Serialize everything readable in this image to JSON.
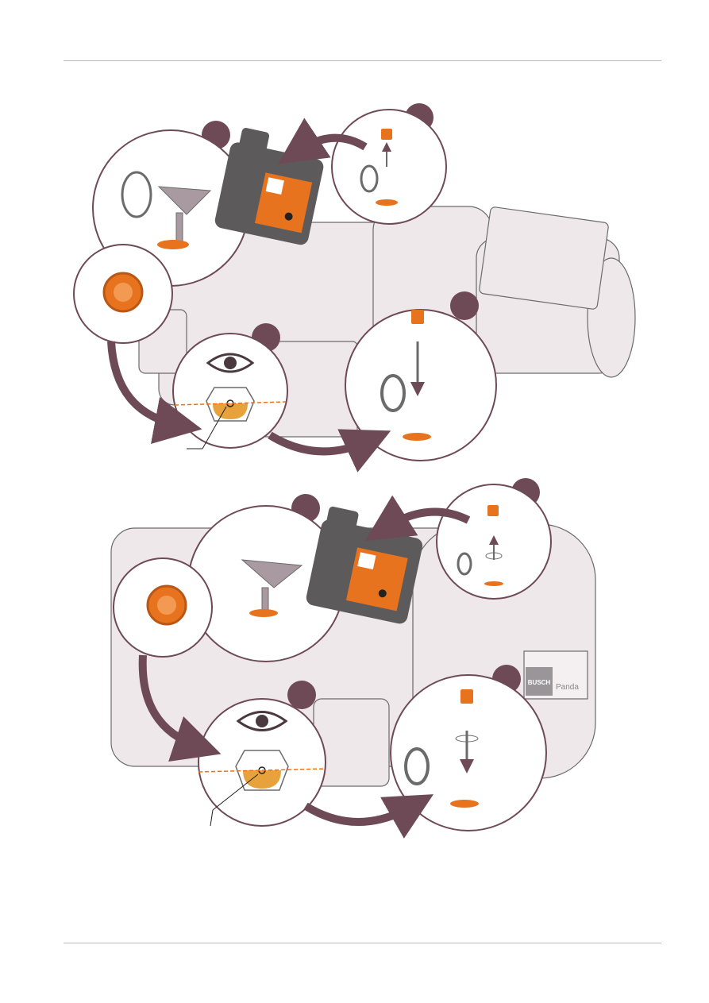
{
  "page": {
    "header_rule": true,
    "footer_rule": true
  },
  "colors": {
    "oil": "#e8a23c",
    "plug_orange": "#e8731e",
    "arrow": "#6e4a57",
    "pump_body": "#efe8ea",
    "outline": "#6b6b6b",
    "canister": "#5d5a5c"
  },
  "illustrations": [
    {
      "id": "top-pump",
      "steps": [
        "remove-fill-plug",
        "fill-oil",
        "check-sight-glass",
        "refit-fill-plug"
      ],
      "icons": [
        "eye-icon",
        "oil-canister",
        "funnel",
        "oil-fill-plug",
        "sight-glass"
      ]
    },
    {
      "id": "bottom-pump",
      "brand_logo": "BUSCH",
      "brand_name": "Panda",
      "steps": [
        "remove-fill-plug",
        "fill-oil",
        "check-sight-glass",
        "refit-fill-plug"
      ],
      "icons": [
        "eye-icon",
        "oil-canister",
        "funnel",
        "oil-fill-plug",
        "sight-glass"
      ]
    }
  ]
}
